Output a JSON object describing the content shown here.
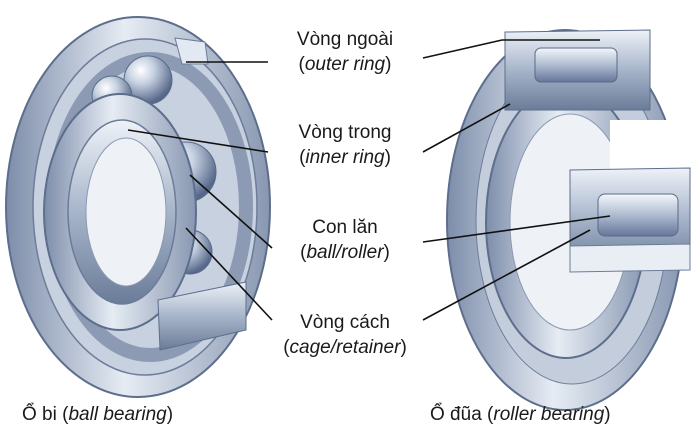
{
  "labels": {
    "outer_ring": {
      "vi": "Vòng ngoài",
      "en": "outer ring"
    },
    "inner_ring": {
      "vi": "Vòng trong",
      "en": "inner ring"
    },
    "rolling_element": {
      "vi": "Con lăn",
      "en": "ball/roller"
    },
    "cage": {
      "vi": "Vòng cách",
      "en": "cage/retainer"
    }
  },
  "captions": {
    "ball": {
      "vi": "Ổ bi",
      "en": "ball bearing"
    },
    "roller": {
      "vi": "Ổ đũa",
      "en": "roller bearing"
    }
  },
  "colors": {
    "steel_light": "#d9e1ec",
    "steel_mid": "#9aa9bf",
    "steel_dark": "#5d6e8c",
    "leader": "#111111"
  }
}
